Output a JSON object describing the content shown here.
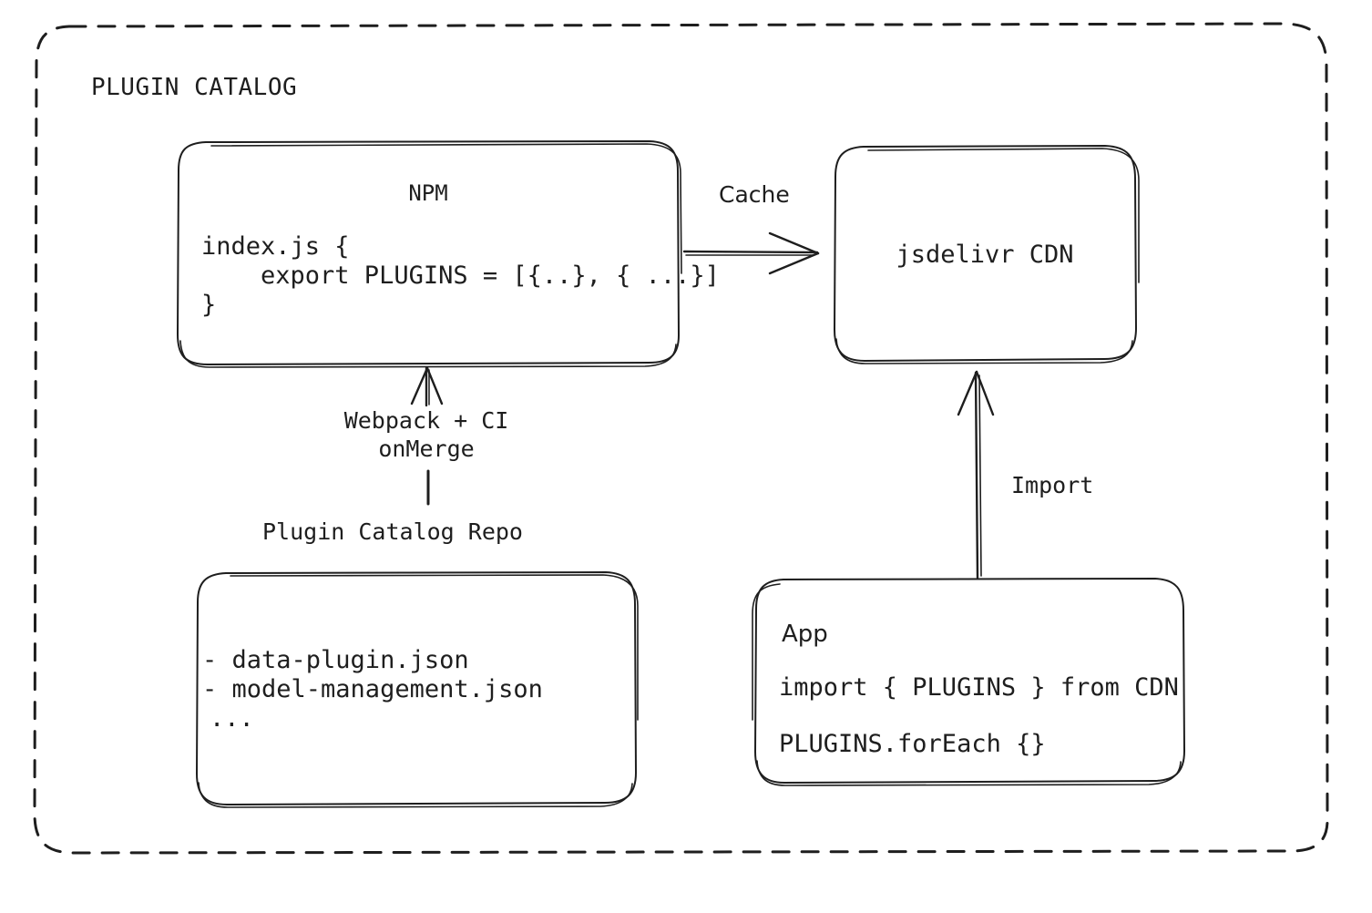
{
  "diagram": {
    "title": "PLUGIN CATALOG",
    "background": "#ffffff",
    "stroke_color": "#1e1e1e",
    "style": "hand-drawn"
  },
  "nodes": {
    "npm": {
      "title": "NPM",
      "code_lines": [
        "index.js {",
        "    export PLUGINS = [{..}, { ...}]",
        "}"
      ]
    },
    "cdn": {
      "title": "jsdelivr CDN"
    },
    "repo": {
      "caption": "Plugin Catalog Repo",
      "file_lines": [
        "- data-plugin.json",
        "- model-management.json",
        "..."
      ]
    },
    "app": {
      "title": "App",
      "code_lines": [
        "import { PLUGINS } from CDN",
        "PLUGINS.forEach {}"
      ]
    }
  },
  "edges": {
    "npm_to_cdn": {
      "label": "Cache",
      "from": "npm",
      "to": "cdn",
      "direction": "right"
    },
    "repo_to_npm": {
      "label_line1": "Webpack + CI",
      "label_line2": "onMerge",
      "from": "repo",
      "to": "npm",
      "direction": "up"
    },
    "app_to_cdn": {
      "label": "Import",
      "from": "app",
      "to": "cdn",
      "direction": "up"
    }
  }
}
